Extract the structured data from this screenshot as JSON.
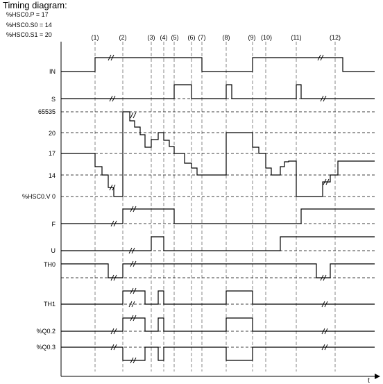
{
  "title": "Timing diagram:",
  "params": [
    "%HSC0.P = 17",
    "%HSC0.S0 = 14",
    "%HSC0.S1 = 20"
  ],
  "markers": [
    "(1)",
    "(2)",
    "(3)",
    "(4)",
    "(5)",
    "(6)",
    "(7)",
    "(8)",
    "(9)",
    "(10)",
    "(11)",
    "(12)"
  ],
  "signals": {
    "in": "IN",
    "s": "S",
    "f": "F",
    "u": "U",
    "th0": "TH0",
    "th1": "TH1",
    "q02": "%Q0.2",
    "q03": "%Q0.3"
  },
  "counter_levels": [
    "65535",
    "20",
    "17",
    "14",
    "%HSC0.V 0"
  ],
  "time_axis_label": "t"
}
